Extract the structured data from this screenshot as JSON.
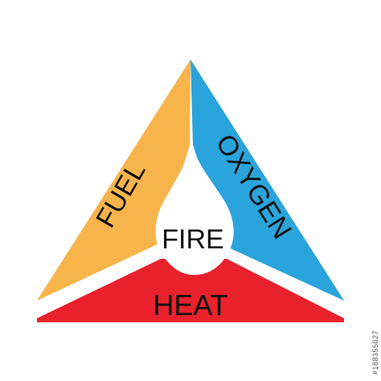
{
  "diagram": {
    "sides": {
      "fuel": "FUEL",
      "oxygen": "OXYGEN",
      "heat": "HEAT"
    },
    "center": "FIRE"
  },
  "stock_id": "#188355027",
  "colors": {
    "fuel": "#f7b44a",
    "oxygen": "#2aa4dc",
    "heat": "#e8212b",
    "flame": "#ffffff",
    "border": "#ffffff",
    "text": "#111111"
  }
}
